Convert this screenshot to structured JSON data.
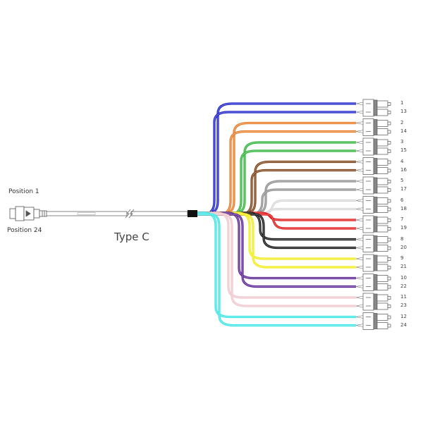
{
  "labels": {
    "position_top": "Position 1",
    "position_bottom": "Position 24",
    "type": "Type C"
  },
  "fibers": [
    {
      "color": "#1a1fc8",
      "pair": [
        "1",
        "13"
      ]
    },
    {
      "color": "#e87a24",
      "pair": [
        "2",
        "14"
      ]
    },
    {
      "color": "#2fb43a",
      "pair": [
        "3",
        "15"
      ]
    },
    {
      "color": "#7a3f14",
      "pair": [
        "4",
        "16"
      ]
    },
    {
      "color": "#8e8e8e",
      "pair": [
        "5",
        "17"
      ]
    },
    {
      "color": "#d8d8d8",
      "pair": [
        "6",
        "18"
      ]
    },
    {
      "color": "#e01515",
      "pair": [
        "7",
        "19"
      ]
    },
    {
      "color": "#111111",
      "pair": [
        "8",
        "20"
      ]
    },
    {
      "color": "#f3ec18",
      "pair": [
        "9",
        "21"
      ]
    },
    {
      "color": "#5a2393",
      "pair": [
        "10",
        "22"
      ]
    },
    {
      "color": "#f0c6cc",
      "pair": [
        "11",
        "23"
      ]
    },
    {
      "color": "#39e6e6",
      "pair": [
        "12",
        "24"
      ]
    }
  ]
}
